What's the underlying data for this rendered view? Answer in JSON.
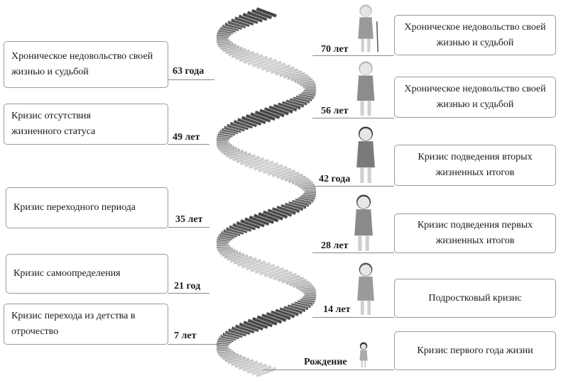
{
  "left_stages": [
    {
      "age": "63 года",
      "text": "Хроническое недовольство своей жизнью и судьбой"
    },
    {
      "age": "49 лет",
      "text": "Кризис отсутствия жизненного статуса"
    },
    {
      "age": "35 лет",
      "text": "Кризис переходного периода"
    },
    {
      "age": "21 год",
      "text": "Кризис самоопределения"
    },
    {
      "age": "7 лет",
      "text": "Кризис перехода из детства в отрочество"
    }
  ],
  "right_stages": [
    {
      "age": "70 лет",
      "text": "Хроническое недовольство своей жизнью и судьбой"
    },
    {
      "age": "56 лет",
      "text": "Хроническое недовольство своей жизнью и судьбой"
    },
    {
      "age": "42 года",
      "text": "Кризис подведения вторых жизненных итогов"
    },
    {
      "age": "28 лет",
      "text": "Кризис подведения первых жизненных итогов"
    },
    {
      "age": "14 лет",
      "text": "Подростковый кризис"
    },
    {
      "age": "Рождение",
      "text": "Кризис первого года жизни"
    }
  ]
}
